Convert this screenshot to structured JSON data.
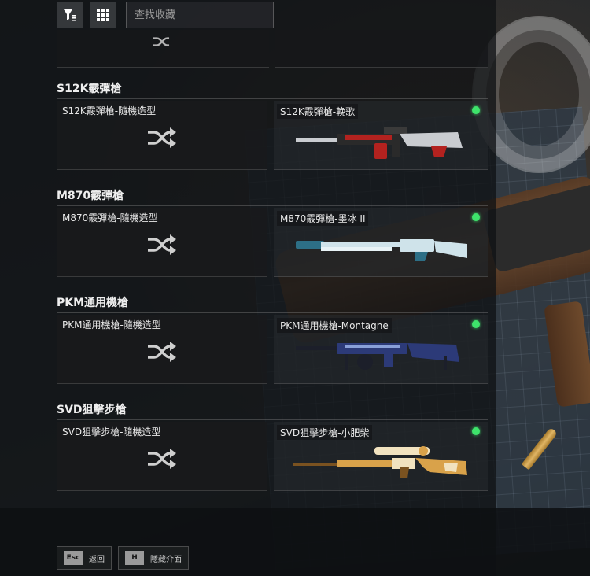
{
  "toolbar": {
    "filter_icon": "filter-list-icon",
    "grid_icon": "grid-view-icon",
    "search_placeholder": "查找收藏"
  },
  "sections": [
    {
      "title": "S12K霰彈槍",
      "random_label": "S12K霰彈槍-隨機造型",
      "skin_label": "S12K霰彈槍-輓歌",
      "skin_equipped": true,
      "skin_colors": [
        "#c9ccd0",
        "#b3221f",
        "#2a2a2a"
      ]
    },
    {
      "title": "M870霰彈槍",
      "random_label": "M870霰彈槍-隨機造型",
      "skin_label": "M870霰彈槍-墨冰 II",
      "skin_equipped": true,
      "skin_colors": [
        "#cfe3ea",
        "#2d6f86",
        "#e8f3f6"
      ]
    },
    {
      "title": "PKM通用機槍",
      "random_label": "PKM通用機槍-隨機造型",
      "skin_label": "PKM通用機槍-Montagne",
      "skin_equipped": true,
      "skin_colors": [
        "#2c3a78",
        "#8aa0d8",
        "#1c1f2a"
      ]
    },
    {
      "title": "SVD狙擊步槍",
      "random_label": "SVD狙擊步槍-隨機造型",
      "skin_label": "SVD狙擊步槍-小肥柴",
      "skin_equipped": true,
      "skin_colors": [
        "#d9a24a",
        "#f1e2bf",
        "#7a5220"
      ]
    }
  ],
  "hints": [
    {
      "key": "Esc",
      "label": "返回"
    },
    {
      "key": "H",
      "label": "隱藏介面"
    }
  ],
  "colors": {
    "equipped_dot": "#3ee36b"
  }
}
